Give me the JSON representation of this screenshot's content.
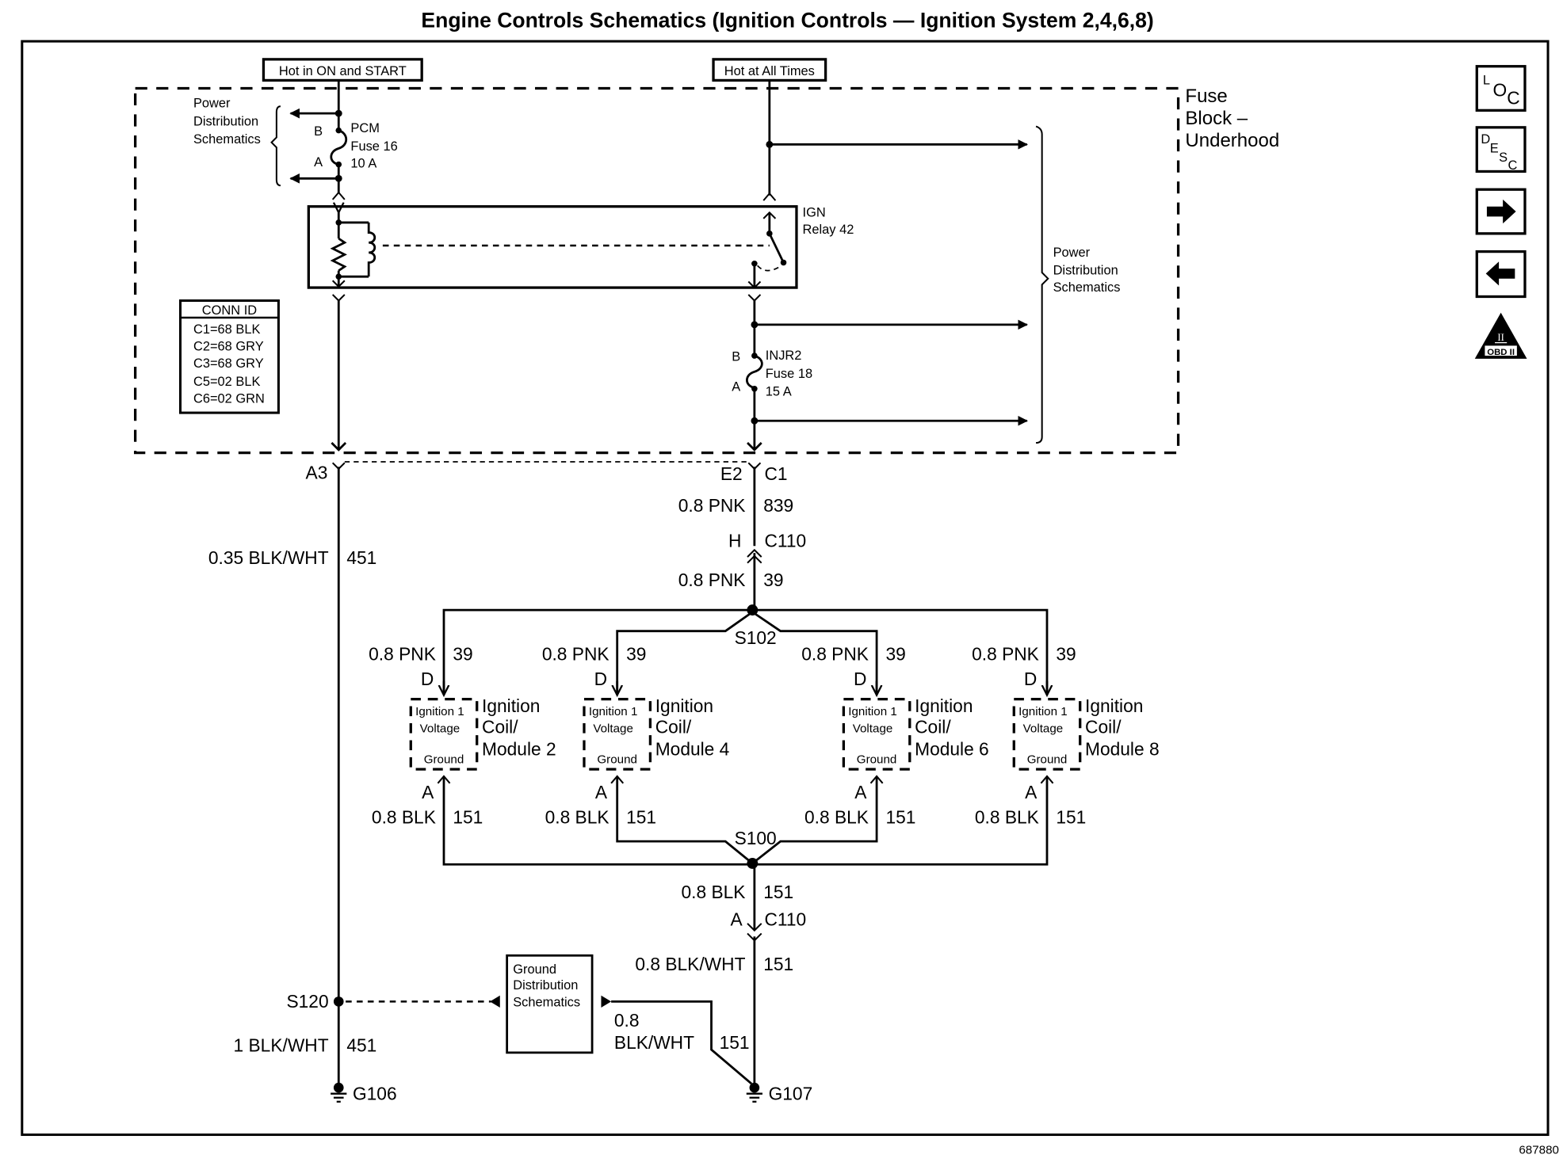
{
  "title": "Engine Controls Schematics (Ignition Controls — Ignition System 2,4,6,8)",
  "figure_id": "687880",
  "power_sources": {
    "ign": "Hot in ON and START",
    "batt": "Hot at All Times"
  },
  "fuse_block": {
    "label_line1": "Fuse",
    "label_line2": "Block –",
    "label_line3": "Underhood"
  },
  "power_dist_left": [
    "Power",
    "Distribution",
    "Schematics"
  ],
  "power_dist_right": [
    "Power",
    "Distribution",
    "Schematics"
  ],
  "pcm_fuse": {
    "pin_b": "B",
    "pin_a": "A",
    "line1": "PCM",
    "line2": "Fuse 16",
    "line3": "10 A"
  },
  "relay": {
    "line1": "IGN",
    "line2": "Relay 42"
  },
  "injr_fuse": {
    "pin_b": "B",
    "pin_a": "A",
    "line1": "INJR2",
    "line2": "Fuse 18",
    "line3": "15 A"
  },
  "conn_id": {
    "header": "CONN ID",
    "rows": [
      "C1=68 BLK",
      "C2=68 GRY",
      "C3=68 GRY",
      "C5=02 BLK",
      "C6=02 GRN"
    ]
  },
  "left_circuit": {
    "connector": "A3",
    "wire1": "0.35 BLK/WHT",
    "circuit1": "451",
    "splice": "S120",
    "wire2": "1 BLK/WHT",
    "circuit2": "451",
    "ground": "G106"
  },
  "main_circuit": {
    "conn_e2": "E2",
    "conn_c1": "C1",
    "wire1": "0.8 PNK",
    "circuit1": "839",
    "c110_pin": "H",
    "c110": "C110",
    "wire2": "0.8 PNK",
    "circuit2": "39",
    "splice_top": "S102",
    "splice_bottom": "S100",
    "wire3": "0.8 BLK",
    "circuit3": "151",
    "c110b_pin": "A",
    "c110b": "C110",
    "wire4": "0.8 BLK/WHT",
    "circuit4": "151",
    "ground": "G107"
  },
  "ground_dist": {
    "lines": [
      "Ground",
      "Distribution",
      "Schematics"
    ],
    "wire_line1": "0.8",
    "wire_line2": "BLK/WHT",
    "circuit": "151"
  },
  "modules": [
    {
      "name1": "Ignition",
      "name2": "Coil/",
      "name3": "Module 2",
      "pin_top": "D",
      "pin_bottom": "A",
      "wire_top": "0.8 PNK",
      "circ_top": "39",
      "wire_bottom": "0.8 BLK",
      "circ_bottom": "151",
      "in1": "Ignition 1",
      "in2": "Voltage",
      "in3": "Ground"
    },
    {
      "name1": "Ignition",
      "name2": "Coil/",
      "name3": "Module 4",
      "pin_top": "D",
      "pin_bottom": "A",
      "wire_top": "0.8 PNK",
      "circ_top": "39",
      "wire_bottom": "0.8 BLK",
      "circ_bottom": "151",
      "in1": "Ignition 1",
      "in2": "Voltage",
      "in3": "Ground"
    },
    {
      "name1": "Ignition",
      "name2": "Coil/",
      "name3": "Module 6",
      "pin_top": "D",
      "pin_bottom": "A",
      "wire_top": "0.8 PNK",
      "circ_top": "39",
      "wire_bottom": "0.8 BLK",
      "circ_bottom": "151",
      "in1": "Ignition 1",
      "in2": "Voltage",
      "in3": "Ground"
    },
    {
      "name1": "Ignition",
      "name2": "Coil/",
      "name3": "Module 8",
      "pin_top": "D",
      "pin_bottom": "A",
      "wire_top": "0.8 PNK",
      "circ_top": "39",
      "wire_bottom": "0.8 BLK",
      "circ_bottom": "151",
      "in1": "Ignition 1",
      "in2": "Voltage",
      "in3": "Ground"
    }
  ],
  "side_nav": {
    "loc": {
      "a": "L",
      "b": "O",
      "c": "C"
    },
    "desc": {
      "a": "D",
      "b": "E",
      "c": "S",
      "d": "C"
    },
    "next_icon": "arrow-right",
    "prev_icon": "arrow-left",
    "obd": {
      "numeral": "II",
      "label": "OBD II"
    }
  }
}
